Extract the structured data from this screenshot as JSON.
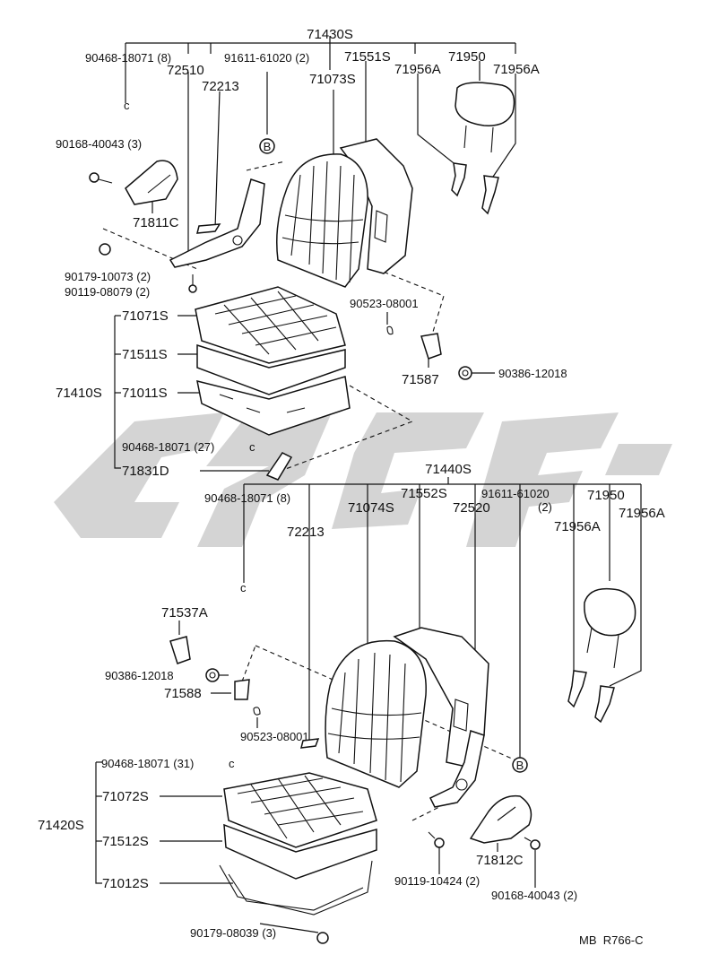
{
  "upper": {
    "assy_label": "71430S",
    "labels": {
      "p90468_8": "90468-18071 (8)",
      "p91611_2": "91611-61020 (2)",
      "p71551": "71551S",
      "p71950": "71950",
      "p72510": "72510",
      "p72213": "72213",
      "p71073": "71073S",
      "p71956a_1": "71956A",
      "p71956a_2": "71956A",
      "p90168": "90168-40043 (3)",
      "p71811c": "71811C",
      "p90179": "90179-10073 (2)",
      "p90119": "90119-08079 (2)",
      "p90523": "90523-08001",
      "p71587": "71587",
      "p90386": "90386-12018",
      "callout_b": "B"
    }
  },
  "cushion_upper": {
    "assy_label": "71410S",
    "labels": {
      "p71071": "71071S",
      "p71511": "71511S",
      "p71011": "71011S",
      "p90468_27": "90468-18071 (27)",
      "p71831d": "71831D"
    }
  },
  "lower": {
    "assy_label": "71440S",
    "labels": {
      "p90468_8": "90468-18071 (8)",
      "p71552": "71552S",
      "p91611": "91611-61020",
      "p91611_qty": "(2)",
      "p71950": "71950",
      "p71074": "71074S",
      "p72520": "72520",
      "p71956a_1": "71956A",
      "p71956a_2": "71956A",
      "p72213": "72213",
      "p71537a": "71537A",
      "p90386": "90386-12018",
      "p71588": "71588",
      "p90523": "90523-08001",
      "callout_b": "B",
      "p71812c": "71812C",
      "p90119": "90119-10424 (2)",
      "p90168": "90168-40043 (2)"
    }
  },
  "cushion_lower": {
    "assy_label": "71420S",
    "labels": {
      "p90468_31": "90468-18071 (31)",
      "p71072": "71072S",
      "p71512": "71512S",
      "p71012": "71012S",
      "p90179": "90179-08039 (3)"
    }
  },
  "clip_glyph": "c",
  "footer_code": "MB  R766-C"
}
